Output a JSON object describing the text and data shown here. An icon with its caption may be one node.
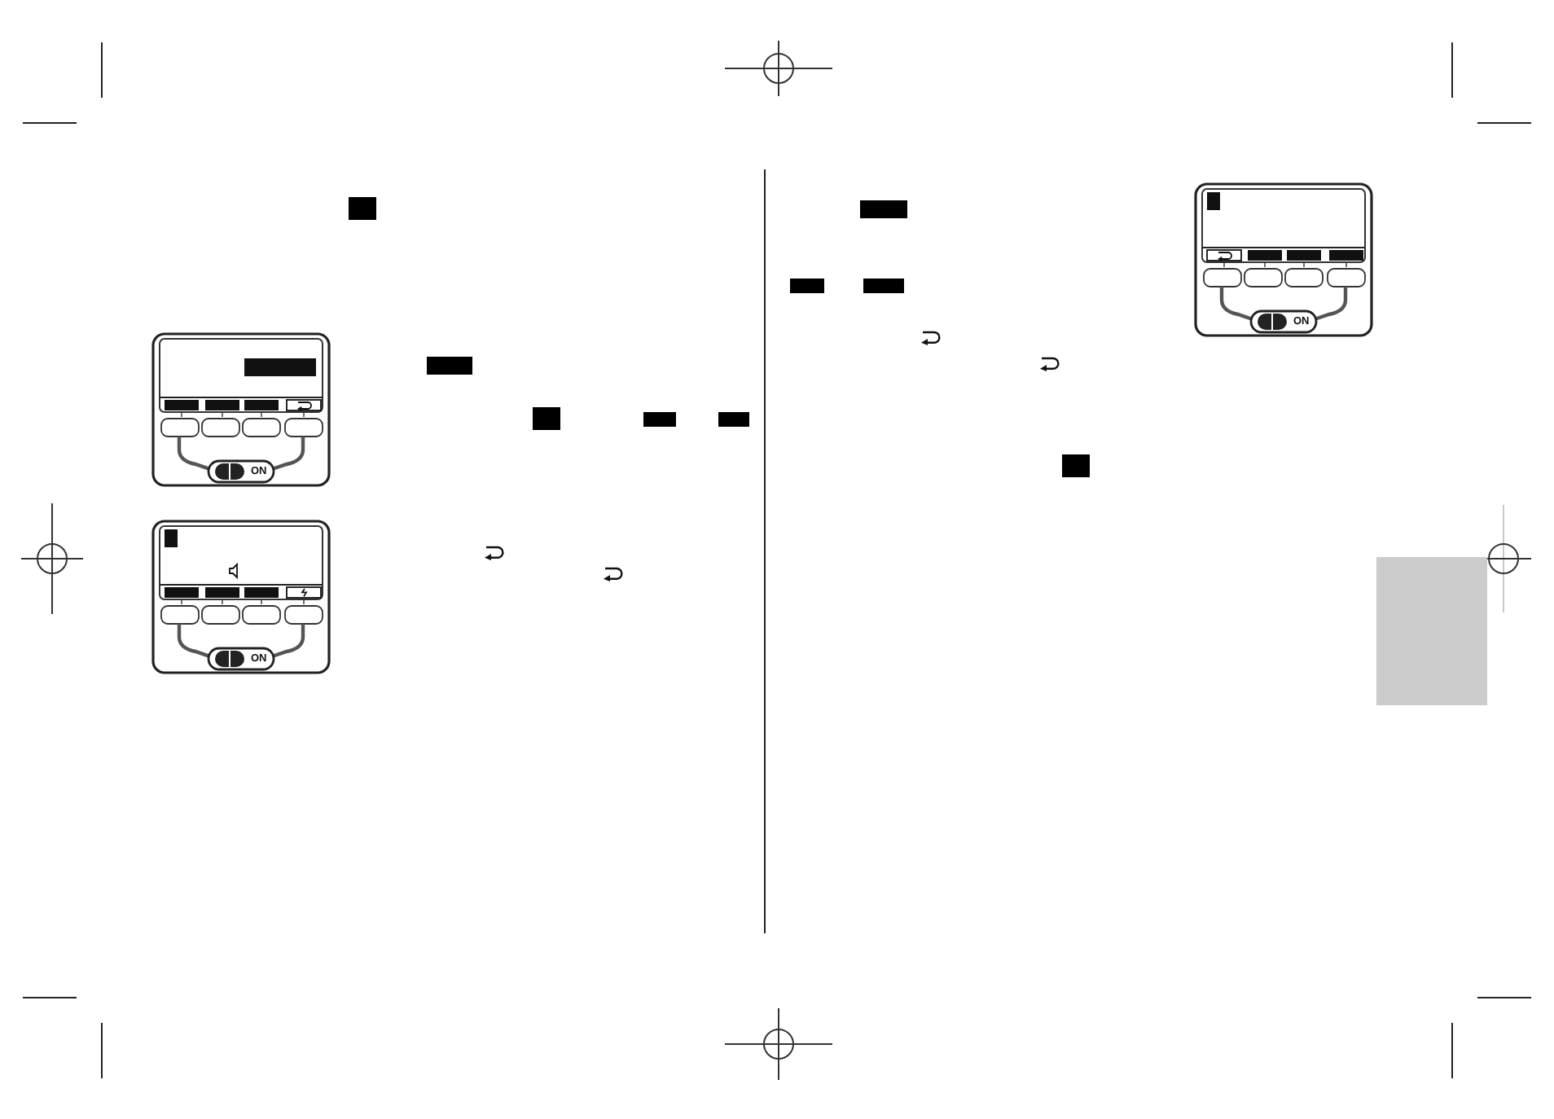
{
  "diagram": {
    "nodes": [
      {
        "text": [],
        "shape": "box"
      }
    ],
    "labels": [
      "ON",
      "ON",
      "ON"
    ]
  }
}
